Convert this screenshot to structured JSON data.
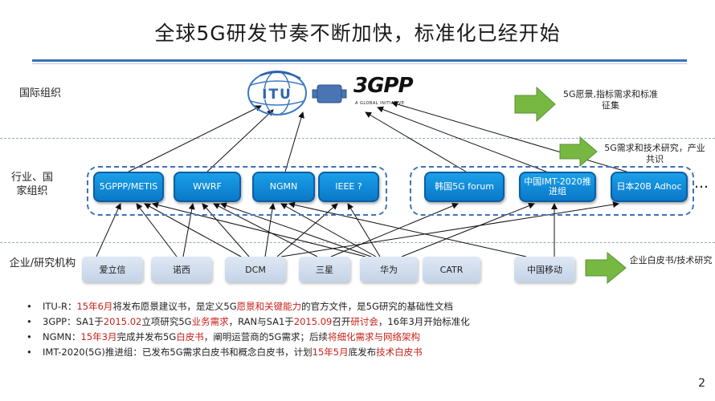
{
  "title": "全球5G研发节奏不断加快，标准化已经开始",
  "levels": {
    "intl": "国际组织",
    "industry": "行业、国家组织",
    "enterprise": "企业/研究机构"
  },
  "logos": {
    "itu_text": "ITU",
    "gpp_text": "3GPP",
    "gpp_tagline": "A GLOBAL INITIATIVE"
  },
  "industry_boxes": [
    "5GPPP/METIS",
    "WWRF",
    "NGMN",
    "IEEE ?",
    "韩国5G forum",
    "中国IMT-2020推进组",
    "日本20B Adhoc"
  ],
  "ellipsis": "…",
  "enterprise_boxes": [
    "爱立信",
    "诺西",
    "DCM",
    "三星",
    "华为",
    "CATR",
    "中国移动"
  ],
  "notes": {
    "intl": "5G愿景,指标需求和标准征集",
    "industry": "5G需求和技术研究，产业共识",
    "enterprise": "企业白皮书/技术研究"
  },
  "bullets": [
    {
      "marker": "•",
      "parts": [
        {
          "t": "ITU-R：",
          "red": false
        },
        {
          "t": "15年6月",
          "red": true
        },
        {
          "t": "将发布愿景建议书，是定义5G",
          "red": false
        },
        {
          "t": "愿景和关键能力",
          "red": true
        },
        {
          "t": "的官方文件，是5G研究的基础性文档",
          "red": false
        }
      ]
    },
    {
      "marker": "•",
      "parts": [
        {
          "t": "3GPP：SA1于",
          "red": false
        },
        {
          "t": "2015.02",
          "red": true
        },
        {
          "t": "立项研究5G",
          "red": false
        },
        {
          "t": "业务需求",
          "red": true
        },
        {
          "t": "，RAN与SA1于",
          "red": false
        },
        {
          "t": "2015.09",
          "red": true
        },
        {
          "t": "召开",
          "red": false
        },
        {
          "t": "研讨会",
          "red": true
        },
        {
          "t": "，16年3月开始标准化",
          "red": false
        }
      ]
    },
    {
      "marker": "•",
      "parts": [
        {
          "t": "NGMN：",
          "red": false
        },
        {
          "t": "15年3月",
          "red": true
        },
        {
          "t": "完成并发布5G",
          "red": false
        },
        {
          "t": "白皮书",
          "red": true
        },
        {
          "t": "，阐明运营商的5G需求；后续",
          "red": false
        },
        {
          "t": "将细化需求与网络架构",
          "red": true
        }
      ]
    },
    {
      "marker": "•",
      "parts": [
        {
          "t": "IMT-2020(5G)推进组：已发布5G需求白皮书和概念白皮书，计划",
          "red": false
        },
        {
          "t": "15年5月",
          "red": true
        },
        {
          "t": "底发布",
          "red": false
        },
        {
          "t": "技术白皮书",
          "red": true
        }
      ]
    }
  ],
  "page_number": "2",
  "colors": {
    "accent_blue": "#3a6fb5",
    "box_blue": "#0b78c8",
    "arrow_green": "#77b843",
    "highlight_red": "#c8221a"
  }
}
